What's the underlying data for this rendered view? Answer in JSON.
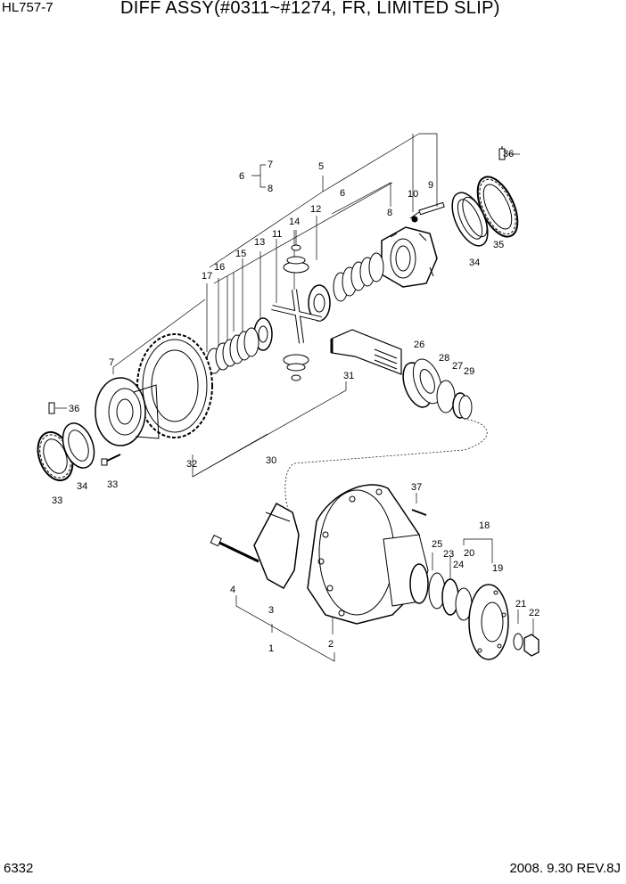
{
  "header": {
    "model": "HL757-7",
    "title": "DIFF ASSY(#0311~#1274, FR, LIMITED SLIP)"
  },
  "footer": {
    "page_number": "6332",
    "date_rev": "2008. 9.30  REV.8J"
  },
  "callouts": {
    "c1": "1",
    "c2": "2",
    "c3": "3",
    "c4": "4",
    "c5": "5",
    "c6a": "6",
    "c6b": "6",
    "c7a": "7",
    "c7b": "7",
    "c8a": "8",
    "c8b": "8",
    "c9": "9",
    "c10": "10",
    "c11": "11",
    "c12": "12",
    "c13": "13",
    "c14": "14",
    "c15": "15",
    "c16": "16",
    "c17": "17",
    "c18": "18",
    "c19": "19",
    "c20": "20",
    "c21": "21",
    "c22": "22",
    "c23": "23",
    "c24": "24",
    "c25": "25",
    "c26": "26",
    "c27": "27",
    "c28": "28",
    "c29": "29",
    "c30": "30",
    "c31": "31",
    "c32": "32",
    "c33a": "33",
    "c33b": "33",
    "c34a": "34",
    "c34b": "34",
    "c35": "35",
    "c36a": "36",
    "c36b": "36",
    "c37": "37"
  }
}
